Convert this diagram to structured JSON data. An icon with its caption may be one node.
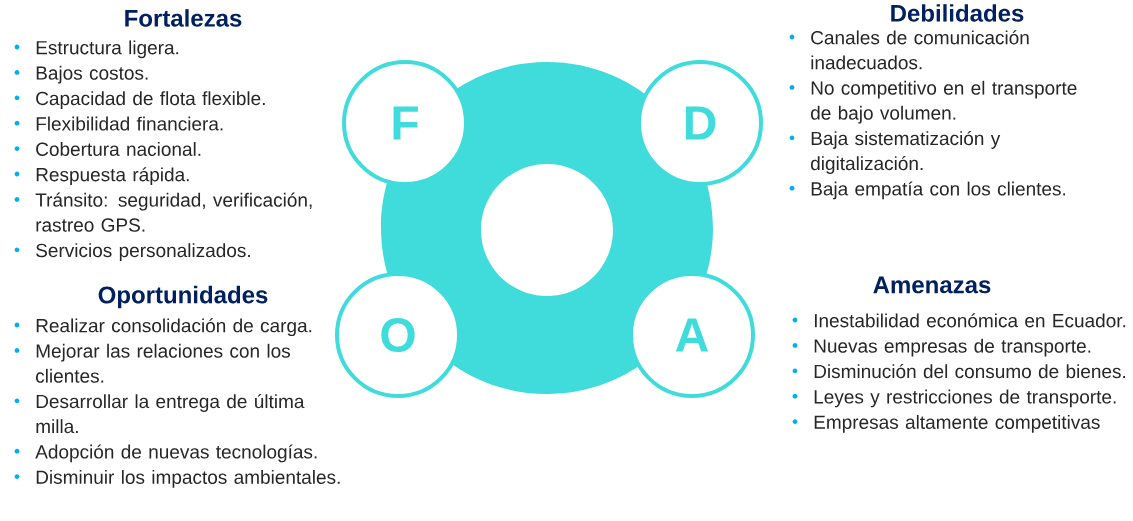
{
  "diagram": {
    "nodes": [
      {
        "text": [
          "F"
        ],
        "beside": [
          "Fortalezas",
          "Estructura ligera.",
          "Bajos costos.",
          "Capacidad de flota flexible.",
          "Flexibilidad financiera.",
          "Cobertura nacional.",
          "Respuesta rápida.",
          "Tránsito: seguridad, verificación, rastreo GPS.",
          "Servicios personalizados."
        ]
      },
      {
        "text": [
          "D"
        ],
        "beside": [
          "Debilidades",
          "Canales de comunicación inadecuados.",
          "No competitivo en el transporte de bajo volumen.",
          "Baja sistematización y digitalización.",
          "Baja empatía con los clientes."
        ]
      },
      {
        "text": [
          "O"
        ],
        "beside": [
          "Oportunidades",
          "Realizar consolidación de carga.",
          "Mejorar las relaciones con los clientes.",
          "Desarrollar la entrega de última milla.",
          "Adopción de nuevas tecnologías.",
          "Disminuir los impactos ambientales."
        ]
      },
      {
        "text": [
          "A"
        ],
        "beside": [
          "Amenazas",
          "Inestabilidad económica en Ecuador.",
          "Nuevas empresas de transporte.",
          "Disminución del consumo de bienes.",
          "Leyes y restricciones de transporte.",
          "Empresas altamente competitivas"
        ]
      }
    ],
    "edges": []
  }
}
